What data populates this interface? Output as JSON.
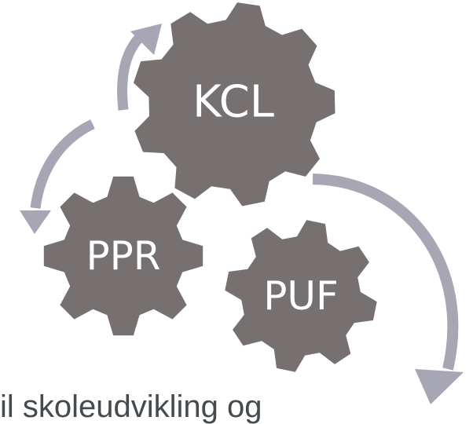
{
  "gears": [
    {
      "id": "kcl",
      "label": "KCL"
    },
    {
      "id": "ppr",
      "label": "PPR"
    },
    {
      "id": "puf",
      "label": "PUF"
    }
  ],
  "caption": "il skoleudvikling og",
  "colors": {
    "gear": "#767170",
    "arrow": "#a6a6b4",
    "label": "#ffffff",
    "caption": "#444a4e"
  },
  "arrows": [
    {
      "from": "kcl",
      "to": "ppr"
    },
    {
      "from": "kcl",
      "to": "kcl"
    },
    {
      "from": "kcl",
      "to": "puf"
    }
  ]
}
